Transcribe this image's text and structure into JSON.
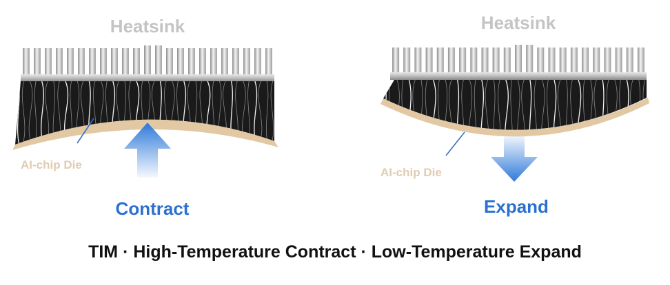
{
  "left_panel": {
    "heatsink_label": "Heatsink",
    "die_label": "AI-chip Die",
    "action_label": "Contract"
  },
  "right_panel": {
    "heatsink_label": "Heatsink",
    "die_label": "AI-chip Die",
    "action_label": "Expand"
  },
  "caption": "TIM · High-Temperature Contract · Low-Temperature Expand",
  "colors": {
    "heatsink_title": "#c4c4c4",
    "die": "#e2c9a4",
    "die_label": "#e0ccb0",
    "arrow": "#2f7ad9",
    "action_label": "#2a70cf",
    "tim_fill": "#1a1a1a"
  }
}
